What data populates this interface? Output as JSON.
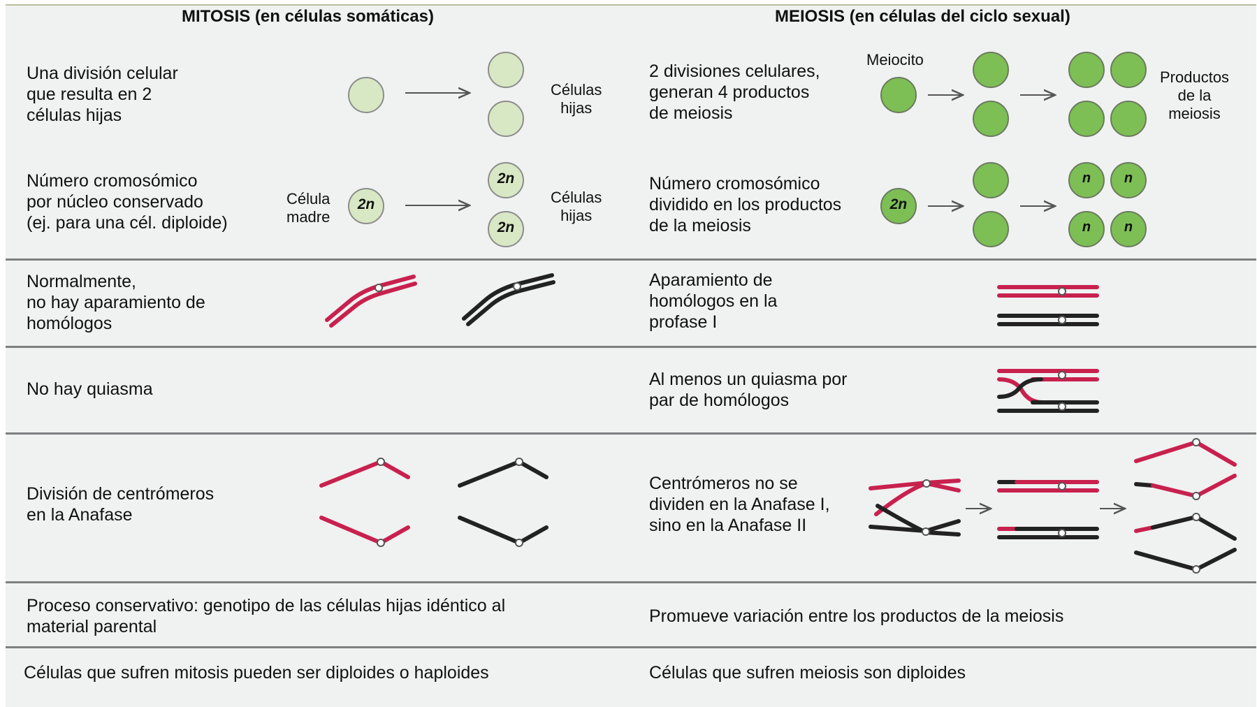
{
  "headers": {
    "mitosis": "MITOSIS (en células somáticas)",
    "meiosis": "MEIOSIS (en células del ciclo sexual)"
  },
  "rows": {
    "divisions": {
      "mitosis": [
        "Una división celular",
        "que resulta en 2",
        "células hijas"
      ],
      "mitosis_daughters_label": [
        "Células",
        "hijas"
      ],
      "meiosis": [
        "2 divisiones celulares,",
        "generan 4 productos",
        "de meiosis"
      ],
      "meiocyte_label": "Meiocito",
      "products_label": [
        "Productos",
        "de la",
        "meiosis"
      ]
    },
    "chromosome_number": {
      "mitosis": [
        "Número cromosómico",
        "por núcleo conservado",
        "(ej. para una cél. diploide)"
      ],
      "mother_label": [
        "Célula",
        "madre"
      ],
      "daughters_label": [
        "Células",
        "hijas"
      ],
      "meiosis": [
        "Número cromosómico",
        "dividido en los productos",
        "de la meiosis"
      ],
      "diploid": "2n",
      "haploid": "n"
    },
    "pairing": {
      "mitosis": [
        "Normalmente,",
        "no hay aparamiento de",
        "homólogos"
      ],
      "meiosis": [
        "Aparamiento de",
        "homólogos en la",
        "profase I"
      ]
    },
    "chiasma": {
      "mitosis": "No hay quiasma",
      "meiosis": [
        "Al menos un quiasma por",
        "par de homólogos"
      ]
    },
    "centromeres": {
      "mitosis": [
        "División de centrómeros",
        "en la Anafase"
      ],
      "meiosis": [
        "Centrómeros no se",
        "dividen en la Anafase I,",
        "sino en la Anafase II"
      ]
    },
    "process": {
      "mitosis": "Proceso conservativo: genotipo de las células hijas idéntico al material parental",
      "meiosis": "Promueve variación entre los productos de la meiosis"
    },
    "ploidy": {
      "mitosis": "Células que sufren mitosis pueden ser diploides o haploides",
      "meiosis": "Células que sufren meiosis son diploides"
    }
  },
  "colors": {
    "red_chromosome": "#c8214e",
    "black_chromosome": "#222222",
    "mitosis_cell": "#d8e8c4",
    "meiosis_cell": "#7dbf55",
    "cell_outline": "#8c8c8c",
    "separator": "#7d7f80",
    "panel": "#f0f1f1"
  }
}
